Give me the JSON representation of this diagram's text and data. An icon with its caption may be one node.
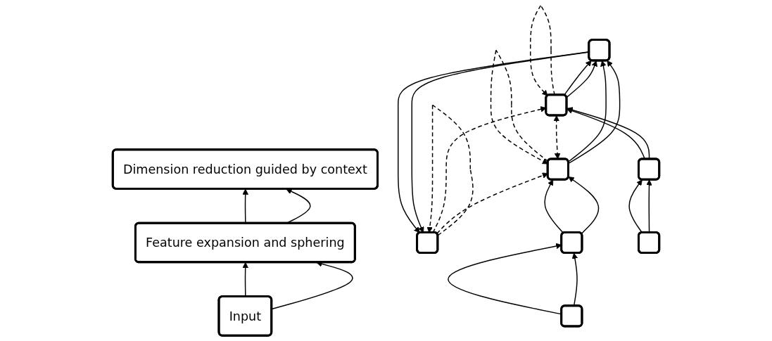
{
  "diagram": {
    "nodes": [
      {
        "text": [
          "Dimension reduction guided by context"
        ]
      },
      {
        "text": [
          "Feature expansion and sphering"
        ]
      },
      {
        "text": [
          "Input"
        ]
      },
      {
        "text": [],
        "shape": "box"
      },
      {
        "text": [],
        "shape": "box"
      },
      {
        "text": [],
        "shape": "box"
      },
      {
        "text": [],
        "shape": "box"
      },
      {
        "text": [],
        "shape": "box"
      },
      {
        "text": [],
        "shape": "box"
      },
      {
        "text": [],
        "shape": "box"
      },
      {
        "text": [],
        "shape": "box"
      }
    ],
    "edges": [
      {
        "from": 2,
        "to": 1,
        "arrow": "to"
      },
      {
        "from": 2,
        "to": 1,
        "arrow": "to"
      },
      {
        "from": 1,
        "to": 0,
        "arrow": "to"
      },
      {
        "from": 1,
        "to": 0,
        "arrow": "to"
      },
      {
        "from": 4,
        "to": 3,
        "arrow": "to"
      },
      {
        "from": 4,
        "to": 3,
        "arrow": "to"
      },
      {
        "from": 3,
        "to": 3,
        "arrow": "to",
        "style": "dashed"
      },
      {
        "from": 3,
        "to": 5,
        "arrow": "to",
        "style": "dashed"
      },
      {
        "from": 3,
        "to": 6,
        "arrow": "to",
        "style": "dashed"
      },
      {
        "from": 5,
        "to": 4,
        "arrow": "to"
      },
      {
        "from": 5,
        "to": 4,
        "arrow": "to"
      },
      {
        "from": 6,
        "to": 4,
        "arrow": "to"
      },
      {
        "from": 6,
        "to": 4,
        "arrow": "to"
      },
      {
        "from": 5,
        "to": 6,
        "arrow": "both",
        "style": "dashed"
      },
      {
        "from": 5,
        "to": 5,
        "arrow": "to",
        "style": "dashed"
      },
      {
        "from": 6,
        "to": 6,
        "arrow": "to",
        "style": "dashed"
      },
      {
        "from": 7,
        "to": 5,
        "arrow": "to"
      },
      {
        "from": 7,
        "to": 5,
        "arrow": "to"
      },
      {
        "from": 8,
        "to": 6,
        "arrow": "to"
      },
      {
        "from": 8,
        "to": 6,
        "arrow": "to"
      },
      {
        "from": 9,
        "to": 7,
        "arrow": "to"
      },
      {
        "from": 9,
        "to": 7,
        "arrow": "to"
      },
      {
        "from": 10,
        "to": 8,
        "arrow": "to"
      },
      {
        "from": 10,
        "to": 8,
        "arrow": "to"
      }
    ]
  }
}
